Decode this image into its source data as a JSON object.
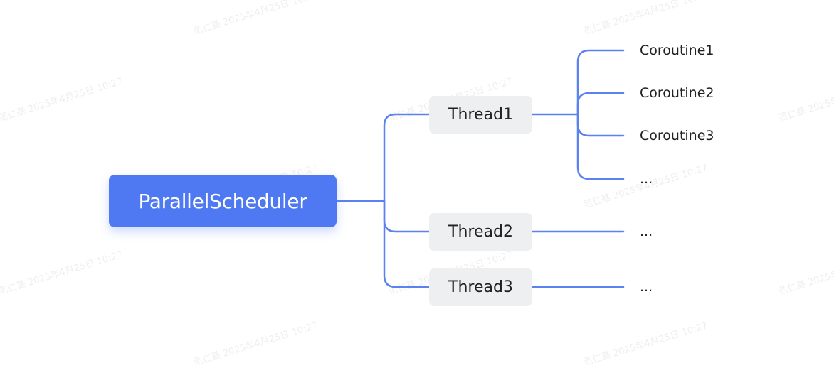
{
  "watermark": "范仁基 2025年4月25日 10:27",
  "root": {
    "label": "ParallelScheduler"
  },
  "threads": [
    {
      "label": "Thread1",
      "children": [
        "Coroutine1",
        "Coroutine2",
        "Coroutine3",
        "..."
      ]
    },
    {
      "label": "Thread2",
      "children": [
        "..."
      ]
    },
    {
      "label": "Thread3",
      "children": [
        "..."
      ]
    }
  ],
  "colors": {
    "root_fill": "#4f79f2",
    "connector": "#5b82f0",
    "thread_fill": "#eeeff1",
    "text": "#222222"
  }
}
